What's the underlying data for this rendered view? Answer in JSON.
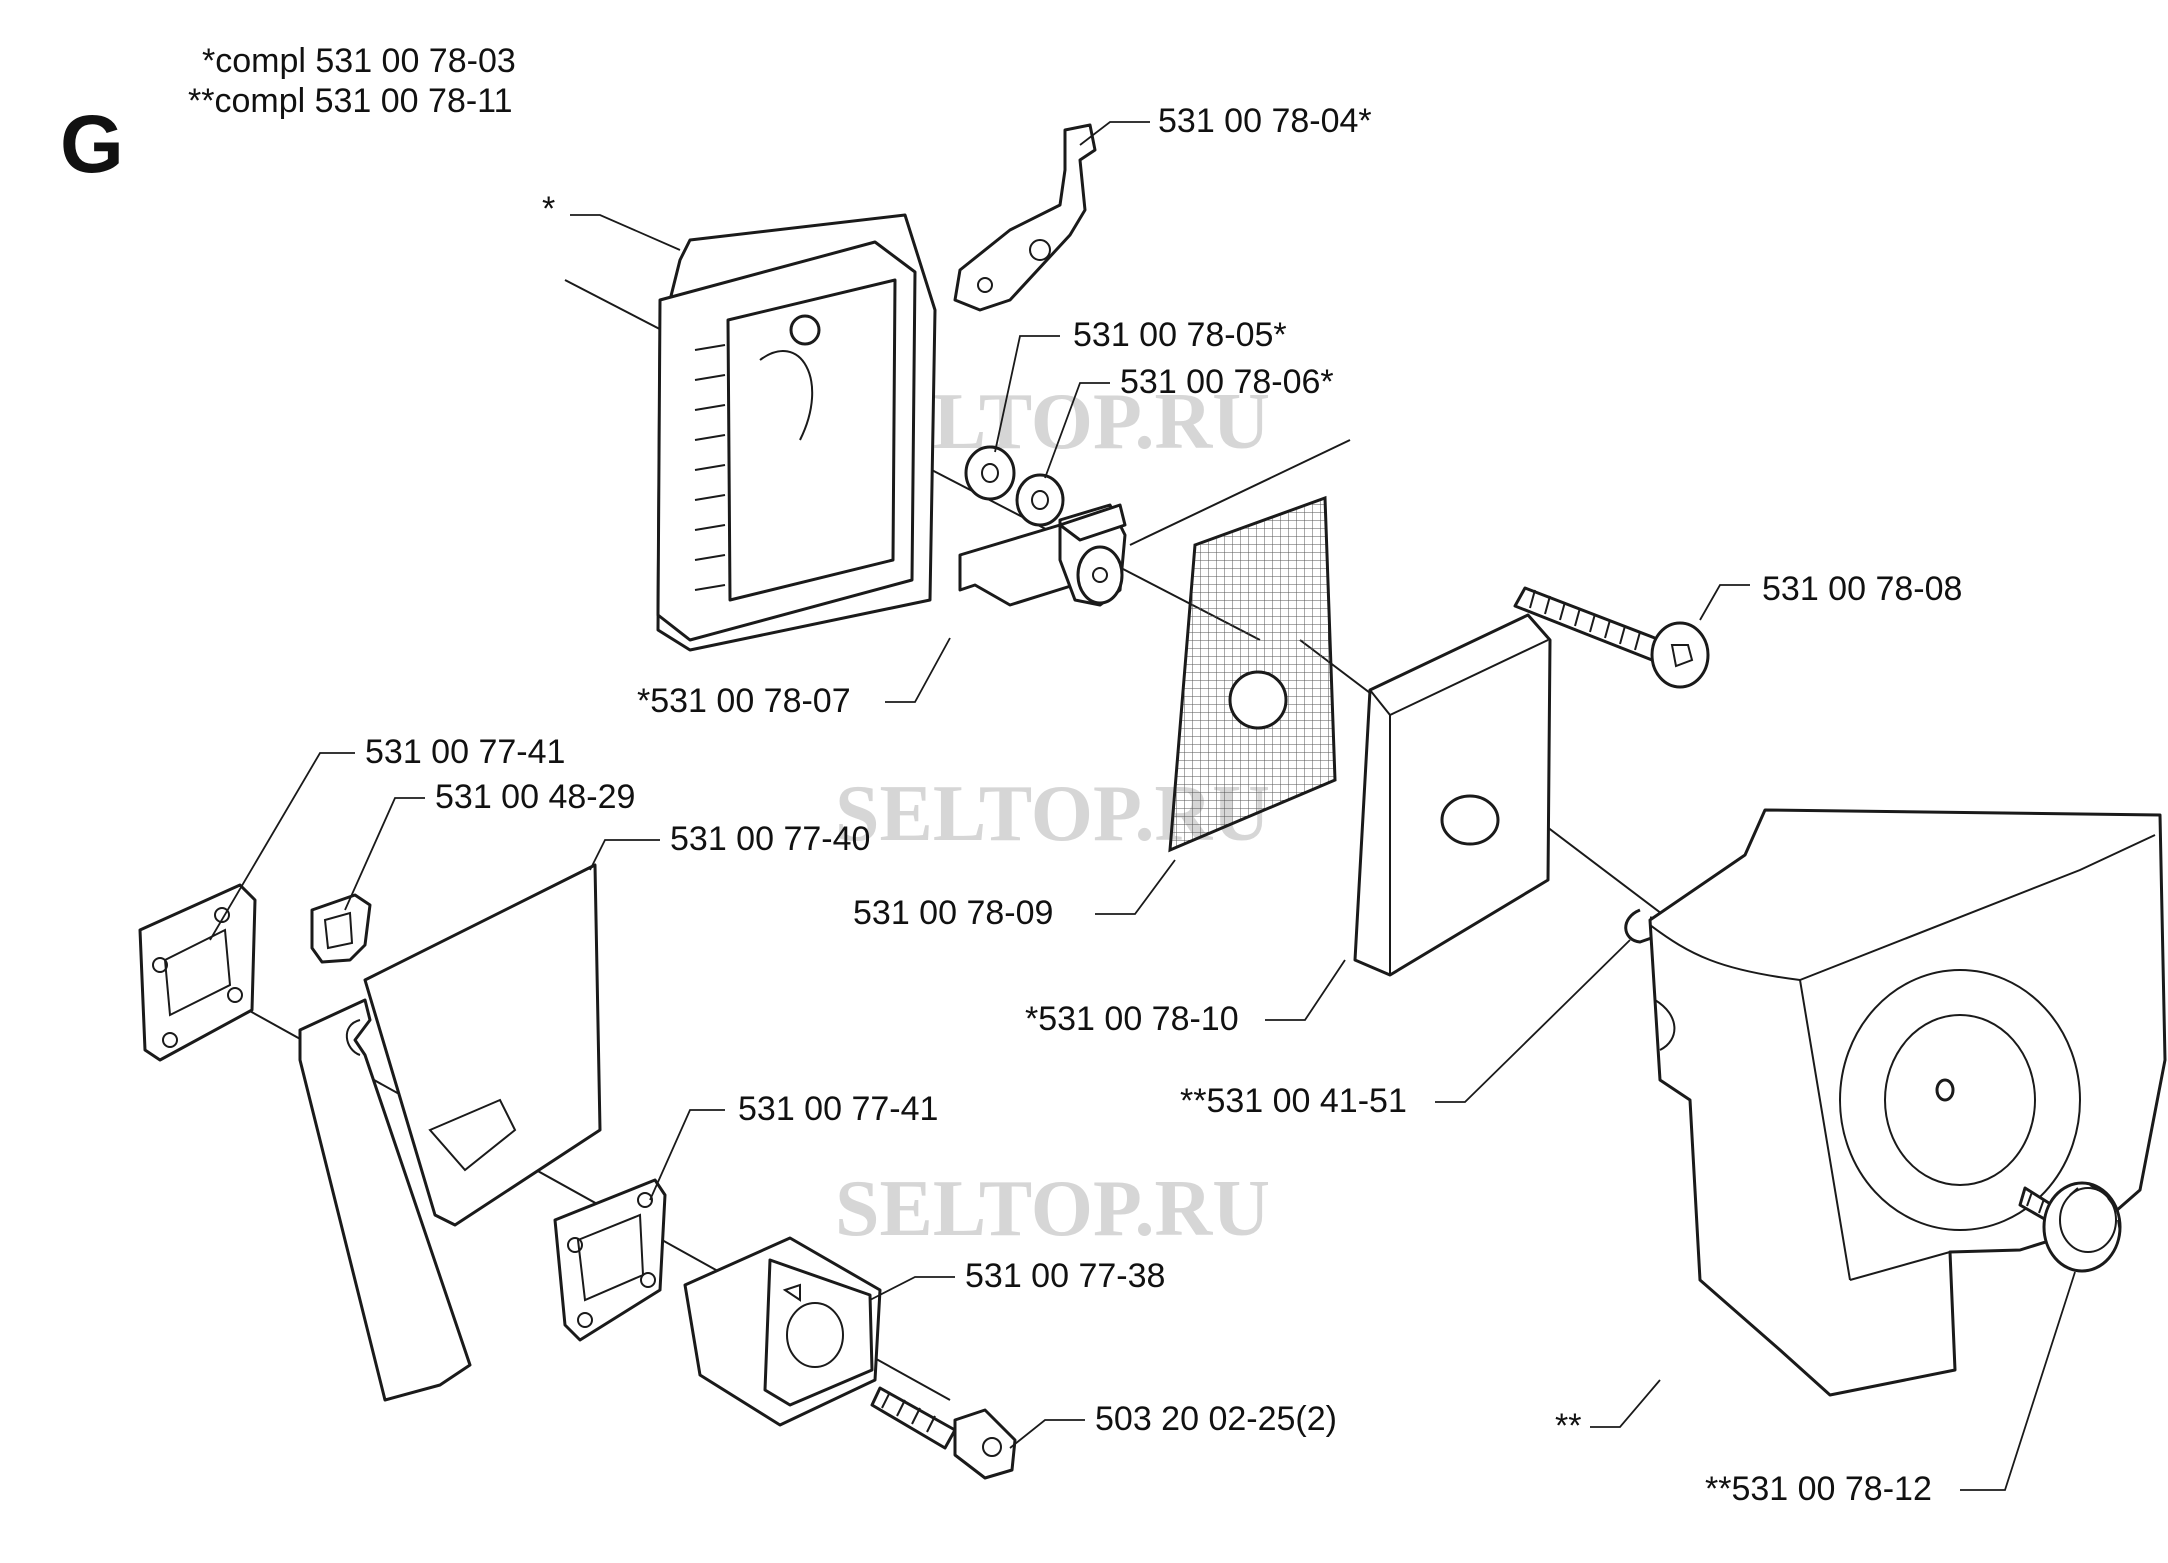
{
  "section_letter": "G",
  "notes": [
    "*compl 531 00 78-03",
    "**compl 531 00 78-11"
  ],
  "labels": {
    "star_housing": "*",
    "p_04": "531 00 78-04*",
    "p_05": "531 00 78-05*",
    "p_06": "531 00 78-06*",
    "p_08": "531 00 78-08",
    "p_07": "*531 00 78-07",
    "p_7741a": "531 00 77-41",
    "p_4829": "531 00 48-29",
    "p_7740": "531 00 77-40",
    "p_09": "531 00 78-09",
    "p_10": "*531 00 78-10",
    "p_4151": "**531 00 41-51",
    "p_7741b": "531 00 77-41",
    "p_7738": "531 00 77-38",
    "p_0225": "503 20 02-25(2)",
    "star_cover": "**",
    "p_12": "**531 00 78-12"
  },
  "watermark": "SELTOP.RU"
}
